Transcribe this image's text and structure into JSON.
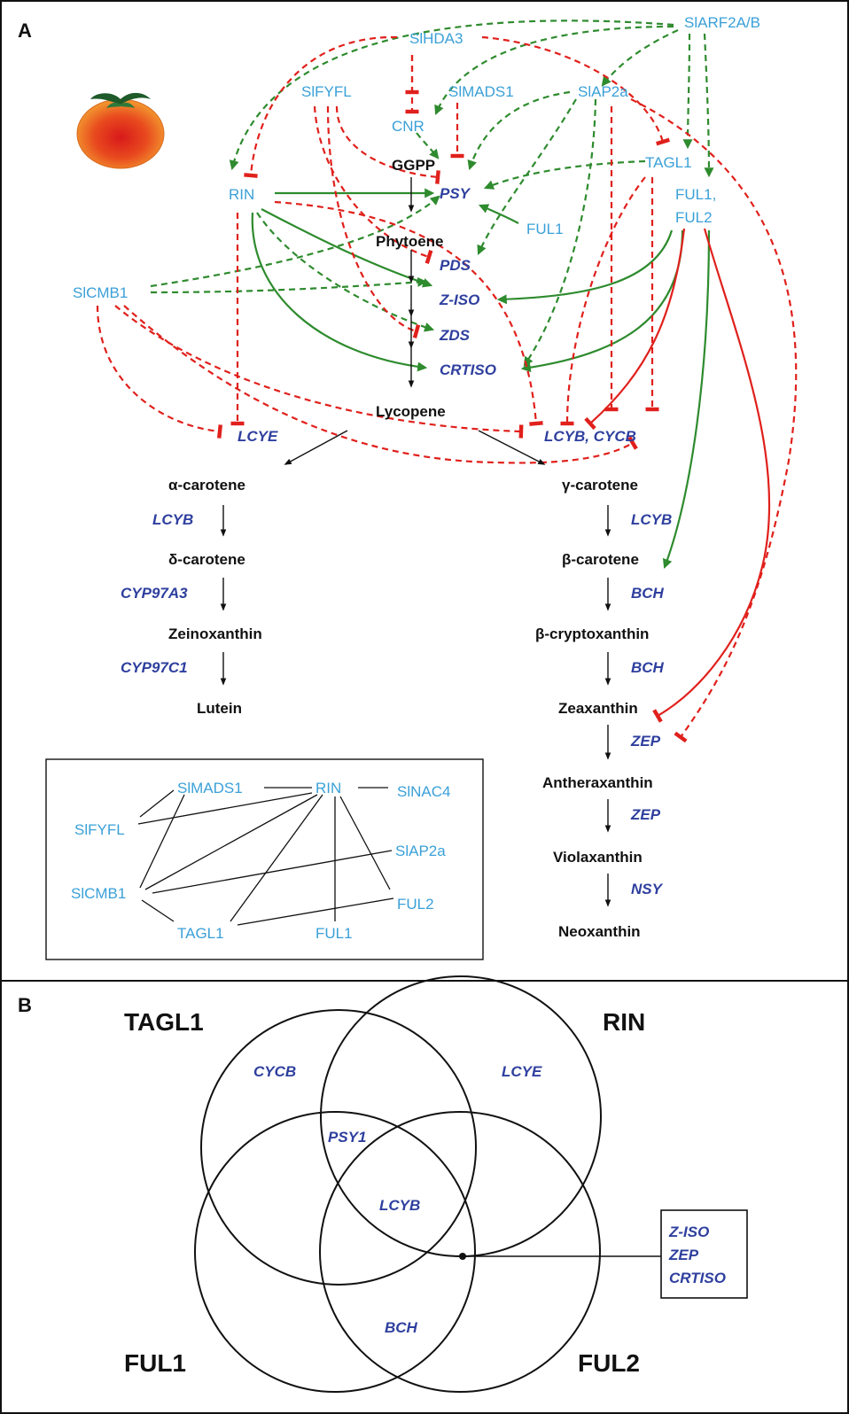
{
  "panels": {
    "a": "A",
    "b": "B"
  },
  "regulators": {
    "arf2": "SlARF2A/B",
    "hda3": "SlHDA3",
    "fyfl": "SlFYFL",
    "mads1": "SlMADS1",
    "ap2a": "SlAP2a",
    "cnr": "CNR",
    "tagl1": "TAGL1",
    "rin": "RIN",
    "ful1ful2_1": "FUL1,",
    "ful1ful2_2": "FUL2",
    "ful1": "FUL1",
    "cmb1": "SlCMB1"
  },
  "genes": {
    "psy": "PSY",
    "pds": "PDS",
    "ziso": "Z-ISO",
    "zds": "ZDS",
    "crtiso": "CRTISO",
    "lcye": "LCYE",
    "lcyb_cycb": "LCYB, CYCB",
    "lcyb_left": "LCYB",
    "cyp97a3": "CYP97A3",
    "cyp97c1": "CYP97C1",
    "lcyb_right": "LCYB",
    "bch1": "BCH",
    "bch2": "BCH",
    "zep1": "ZEP",
    "zep2": "ZEP",
    "nsy": "NSY"
  },
  "metabolites": {
    "ggpp": "GGPP",
    "phytoene": "Phytoene",
    "lycopene": "Lycopene",
    "alpha": "α-carotene",
    "delta": "δ-carotene",
    "zeinox": "Zeinoxanthin",
    "lutein": "Lutein",
    "gamma": "γ-carotene",
    "beta": "β-carotene",
    "bcrypto": "β-cryptoxanthin",
    "zeax": "Zeaxanthin",
    "antherax": "Antheraxanthin",
    "violax": "Violaxanthin",
    "neox": "Neoxanthin"
  },
  "network": {
    "mads1": "SlMADS1",
    "rin": "RIN",
    "nac4": "SlNAC4",
    "fyfl": "SlFYFL",
    "ap2a": "SlAP2a",
    "cmb1": "SlCMB1",
    "ful2": "FUL2",
    "tagl1": "TAGL1",
    "ful1": "FUL1"
  },
  "venn": {
    "tagl1": "TAGL1",
    "rin": "RIN",
    "ful1": "FUL1",
    "ful2": "FUL2",
    "cycb": "CYCB",
    "lcye": "LCYE",
    "psy1": "PSY1",
    "lcyb": "LCYB",
    "bch": "BCH",
    "box": [
      "Z-ISO",
      "ZEP",
      "CRTISO"
    ]
  },
  "colors": {
    "regulator": "#3aa0d8",
    "gene": "#2e3f9e",
    "activation": "#2e8b2e",
    "repression": "#e0201c"
  }
}
